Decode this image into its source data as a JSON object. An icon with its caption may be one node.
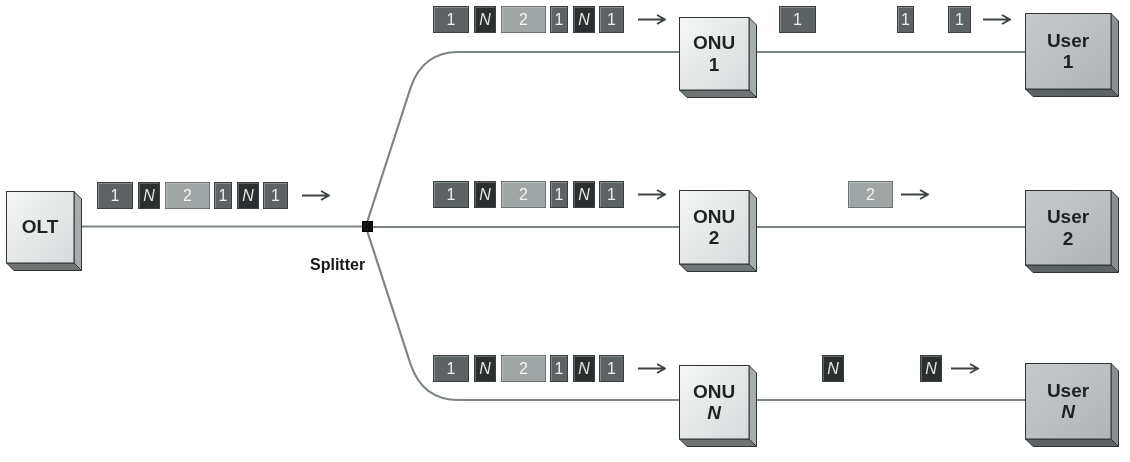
{
  "diagram": {
    "nodes": [
      {
        "text": [
          "OLT"
        ]
      },
      {
        "text": [],
        "shape": "box",
        "beside": [
          "Splitter"
        ]
      },
      {
        "text": [
          "ONU 1"
        ]
      },
      {
        "text": [
          "ONU 2"
        ]
      },
      {
        "text": [
          "ONU *N*"
        ]
      },
      {
        "text": [
          "User 1"
        ]
      },
      {
        "text": [
          "User 2"
        ]
      },
      {
        "text": [
          "User *N*"
        ]
      }
    ],
    "edges": [
      {
        "from": 0,
        "to": 1,
        "arrow": "none"
      },
      {
        "from": 1,
        "to": 2,
        "arrow": "none"
      },
      {
        "from": 1,
        "to": 3,
        "arrow": "none"
      },
      {
        "from": 1,
        "to": 4,
        "arrow": "none"
      },
      {
        "from": 2,
        "to": 5,
        "arrow": "none"
      },
      {
        "from": 3,
        "to": 6,
        "arrow": "none"
      },
      {
        "from": 4,
        "to": 7,
        "arrow": "none"
      }
    ],
    "labels": [
      "1",
      "N",
      "2",
      "1",
      "N",
      "1",
      "1",
      "1",
      "1",
      "1",
      "N",
      "2",
      "1",
      "N",
      "1",
      "1",
      "N",
      "2",
      "1",
      "N",
      "1",
      "2",
      "1",
      "N",
      "2",
      "1",
      "N",
      "1",
      "N",
      "N"
    ]
  }
}
